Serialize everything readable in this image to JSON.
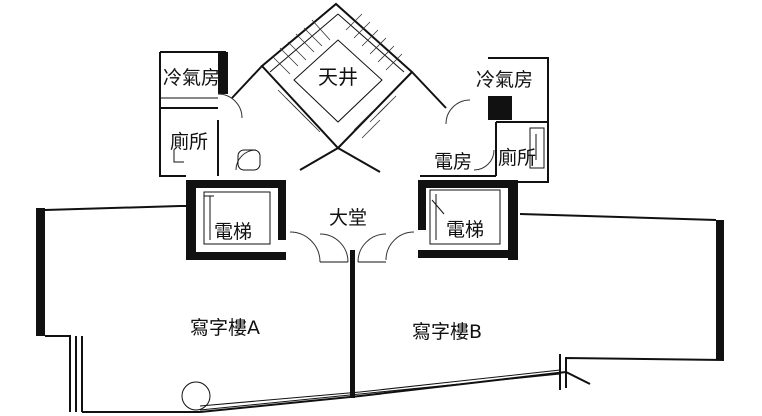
{
  "rooms": {
    "skylight": "天井",
    "ac_room_left": "冷氣房",
    "ac_room_right": "冷氣房",
    "toilet_left": "廁所",
    "toilet_right": "廁所",
    "electric_room": "電房",
    "lift_left": "電梯",
    "lift_right": "電梯",
    "lobby": "大堂",
    "office_a": "寫字樓A",
    "office_b": "寫字樓B"
  },
  "colors": {
    "ink": "#111111",
    "background": "#ffffff"
  }
}
